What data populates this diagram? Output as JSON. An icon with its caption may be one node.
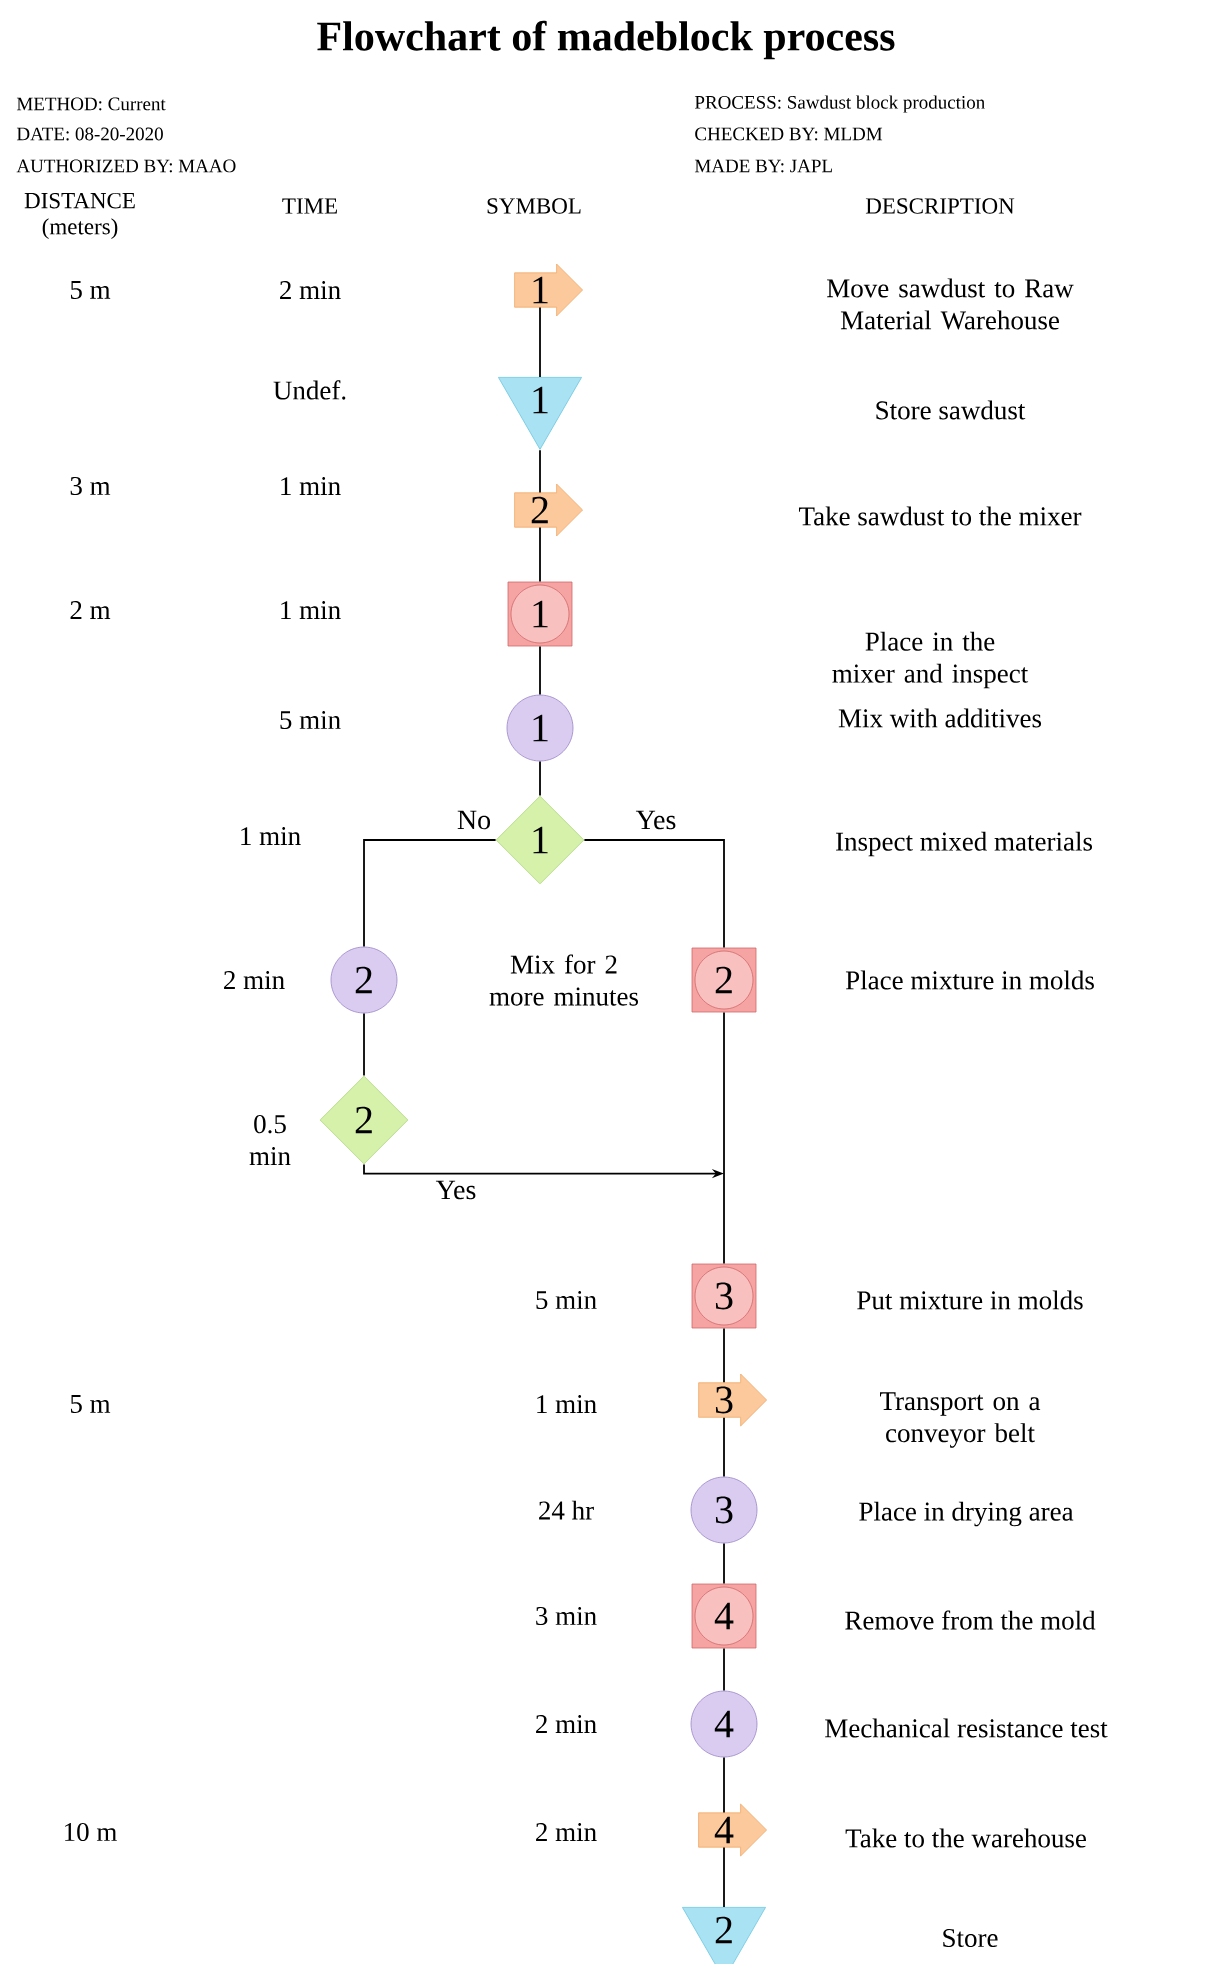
{
  "diagram": {
    "title": "Flowchart of madeblock process",
    "nodes": [
      {
        "text": [
          "1"
        ]
      },
      {
        "text": [
          "1"
        ]
      },
      {
        "text": [
          "2"
        ]
      },
      {
        "text": [
          "1"
        ]
      },
      {
        "text": [
          "1"
        ]
      },
      {
        "text": [
          "1"
        ]
      },
      {
        "text": [
          "2"
        ]
      },
      {
        "text": [
          "2"
        ]
      },
      {
        "text": [
          "2"
        ]
      },
      {
        "text": [
          "3"
        ]
      },
      {
        "text": [
          "3"
        ]
      },
      {
        "text": [
          "3"
        ]
      },
      {
        "text": [
          "4"
        ]
      },
      {
        "text": [
          "4"
        ]
      },
      {
        "text": [
          "4"
        ]
      },
      {
        "text": [
          "2"
        ]
      }
    ],
    "edges": [
      {
        "from": 0,
        "to": 1,
        "arrow": "none"
      },
      {
        "from": 1,
        "to": 2,
        "arrow": "none"
      },
      {
        "from": 2,
        "to": 3,
        "arrow": "none"
      },
      {
        "from": 3,
        "to": 4,
        "arrow": "none"
      },
      {
        "from": 4,
        "to": 5,
        "arrow": "none"
      },
      {
        "from": 5,
        "to": 6,
        "arrow": "none",
        "label": "No"
      },
      {
        "from": 5,
        "to": 7,
        "arrow": "none",
        "label": "Yes"
      },
      {
        "from": 6,
        "to": 8,
        "arrow": "none"
      },
      {
        "from": 8,
        "to": 9,
        "arrow": "to",
        "label": "Yes"
      },
      {
        "from": 7,
        "to": 9,
        "arrow": "none"
      },
      {
        "from": 9,
        "to": 10,
        "arrow": "none"
      },
      {
        "from": 10,
        "to": 11,
        "arrow": "none"
      },
      {
        "from": 11,
        "to": 12,
        "arrow": "none"
      },
      {
        "from": 12,
        "to": 13,
        "arrow": "none"
      },
      {
        "from": 13,
        "to": 14,
        "arrow": "none"
      },
      {
        "from": 14,
        "to": 15,
        "arrow": "none"
      }
    ],
    "labels": [
      "METHOD: Current",
      "PROCESS: Sawdust block production",
      "DATE: 08-20-2020",
      "CHECKED BY: MLDM",
      "AUTHORIZED BY: MAAO",
      "MADE BY: JAPL",
      "DISTANCE (meters)",
      "TIME",
      "SYMBOL",
      "DESCRIPTION",
      "5 m",
      "2 min",
      "Move sawdust to Raw Material Warehouse",
      "Undef.",
      "Store sawdust",
      "3 m",
      "1 min",
      "Take sawdust to the mixer",
      "2 m",
      "1 min",
      "Place in the mixer and inspect",
      "5 min",
      "Mix with additives",
      "1 min",
      "Inspect mixed materials",
      "2 min",
      "Mix for 2 more minutes",
      "Place mixture in molds",
      "0.5 min",
      "5 min",
      "Put mixture in molds",
      "5 m",
      "1 min",
      "Transport on a conveyor belt",
      "24 hr",
      "Place in drying area",
      "3 min",
      "Remove from the mold",
      "2 min",
      "Mechanical resistance test",
      "10 m",
      "2 min",
      "Take to the warehouse",
      "Store"
    ]
  }
}
